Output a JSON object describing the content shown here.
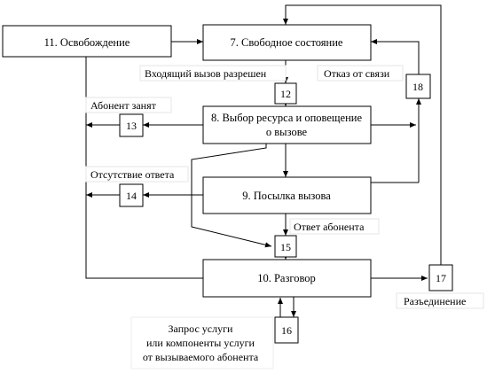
{
  "diagram": {
    "states": {
      "s7": "7. Свободное состояние",
      "s8_line1": "8. Выбор ресурса и оповещение",
      "s8_line2": "о вызове",
      "s9": "9. Посылка вызова",
      "s10": "10. Разговор",
      "s11": "11. Освобождение"
    },
    "points": {
      "p12": "12",
      "p13": "13",
      "p14": "14",
      "p15": "15",
      "p16": "16",
      "p17": "17",
      "p18": "18"
    },
    "labels": {
      "incoming": "Входящий вызов разрешен",
      "busy": "Абонент занят",
      "noAnswer": "Отсутствие ответа",
      "refusal": "Отказ от связи",
      "answer": "Ответ абонента",
      "disconnect": "Разъединение",
      "request_line1": "Запрос услуги",
      "request_line2": "или компоненты услуги",
      "request_line3": "от вызываемого абонента"
    }
  }
}
